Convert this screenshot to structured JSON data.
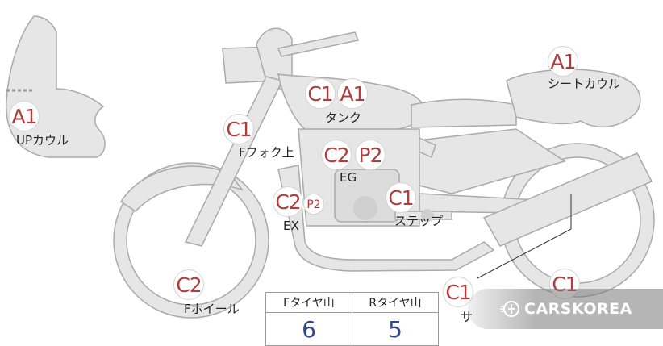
{
  "badges": {
    "up_cowl": "A1",
    "seat_cowl": "A1",
    "tank_c": "C1",
    "tank_a": "A1",
    "fork": "C1",
    "eg_c": "C2",
    "eg_p": "P2",
    "ex_c": "C2",
    "ex_p": "P2",
    "step": "C1",
    "f_wheel": "C2",
    "side": "C1",
    "r_wheel": "C1"
  },
  "labels": {
    "up_cowl": "UPカウル",
    "seat_cowl": "シートカウル",
    "tank": "タンク",
    "fork": "Fフォク上",
    "eg": "EG",
    "ex": "EX",
    "step": "ステップ",
    "f_wheel": "Fホイール",
    "side": "サ"
  },
  "tire_table": {
    "headers": [
      "Fタイヤ山",
      "Rタイヤ山"
    ],
    "values": [
      "6",
      "5"
    ]
  },
  "watermark": "CARSKOREA",
  "colors": {
    "badge_text": "#b23b3b",
    "value_text": "#2f4a86",
    "part_fill": "#e6e6e6",
    "part_stroke": "#aaaaaa"
  }
}
